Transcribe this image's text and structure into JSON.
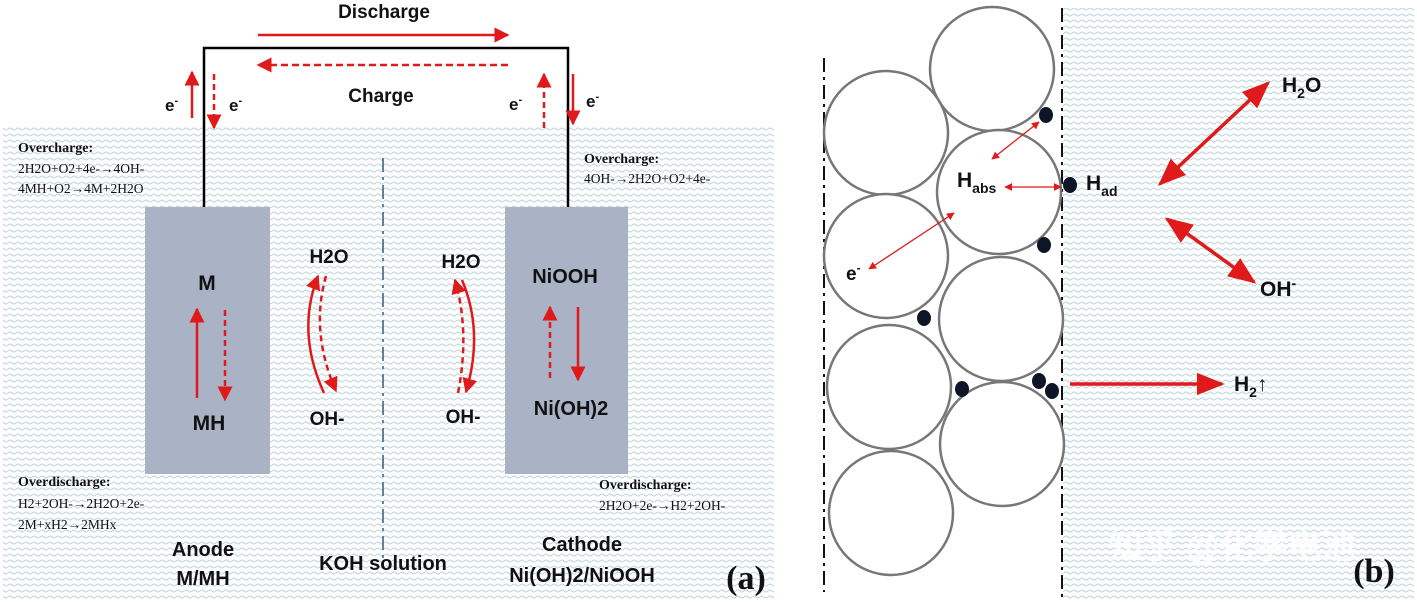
{
  "panel_a": {
    "discharge_label": "Discharge",
    "charge_label": "Charge",
    "electron_labels": [
      "e-",
      "e-",
      "e-",
      "e-"
    ],
    "electron_base": "e",
    "electron_sup": "-",
    "overcharge_anode": {
      "title": "Overcharge:",
      "line1": "2H2O+O2+4e-→4OH-",
      "line2": "4MH+O2→4M+2H2O"
    },
    "overcharge_cathode": {
      "title": "Overcharge:",
      "line1": "4OH-→2H2O+O2+4e-"
    },
    "overdischarge_anode": {
      "title": "Overdischarge:",
      "line1": "H2+2OH-→2H2O+2e-",
      "line2": "2M+xH2→2MHx"
    },
    "overdischarge_cathode": {
      "title": "Overdischarge:",
      "line1": "2H2O+2e-→H2+2OH-"
    },
    "anode_top": "M",
    "anode_bottom": "MH",
    "cathode_top": "NiOOH",
    "cathode_bottom": "Ni(OH)2",
    "left_water": "H2O",
    "left_hydroxide": "OH-",
    "right_water": "H2O",
    "right_hydroxide": "OH-",
    "anode_label_line1": "Anode",
    "anode_label_line2": "M/MH",
    "solution_label": "KOH solution",
    "cathode_label_line1": "Cathode",
    "cathode_label_line2": "Ni(OH)2/NiOOH",
    "panel_tag": "(a)"
  },
  "panel_b": {
    "h_abs": "Habs",
    "h_ad": "Had",
    "electron": "e-",
    "water": "H2O",
    "hydroxide": "OH-",
    "hydrogen_gas": "H2↑",
    "panel_tag": "(b)",
    "watermark": "知乎 @化学电池"
  },
  "colors": {
    "arrow_red": "#e0191a",
    "electrode_gray": "#a9b3c5",
    "solution_wave": "#b9d3dc",
    "text_black": "#111111"
  }
}
